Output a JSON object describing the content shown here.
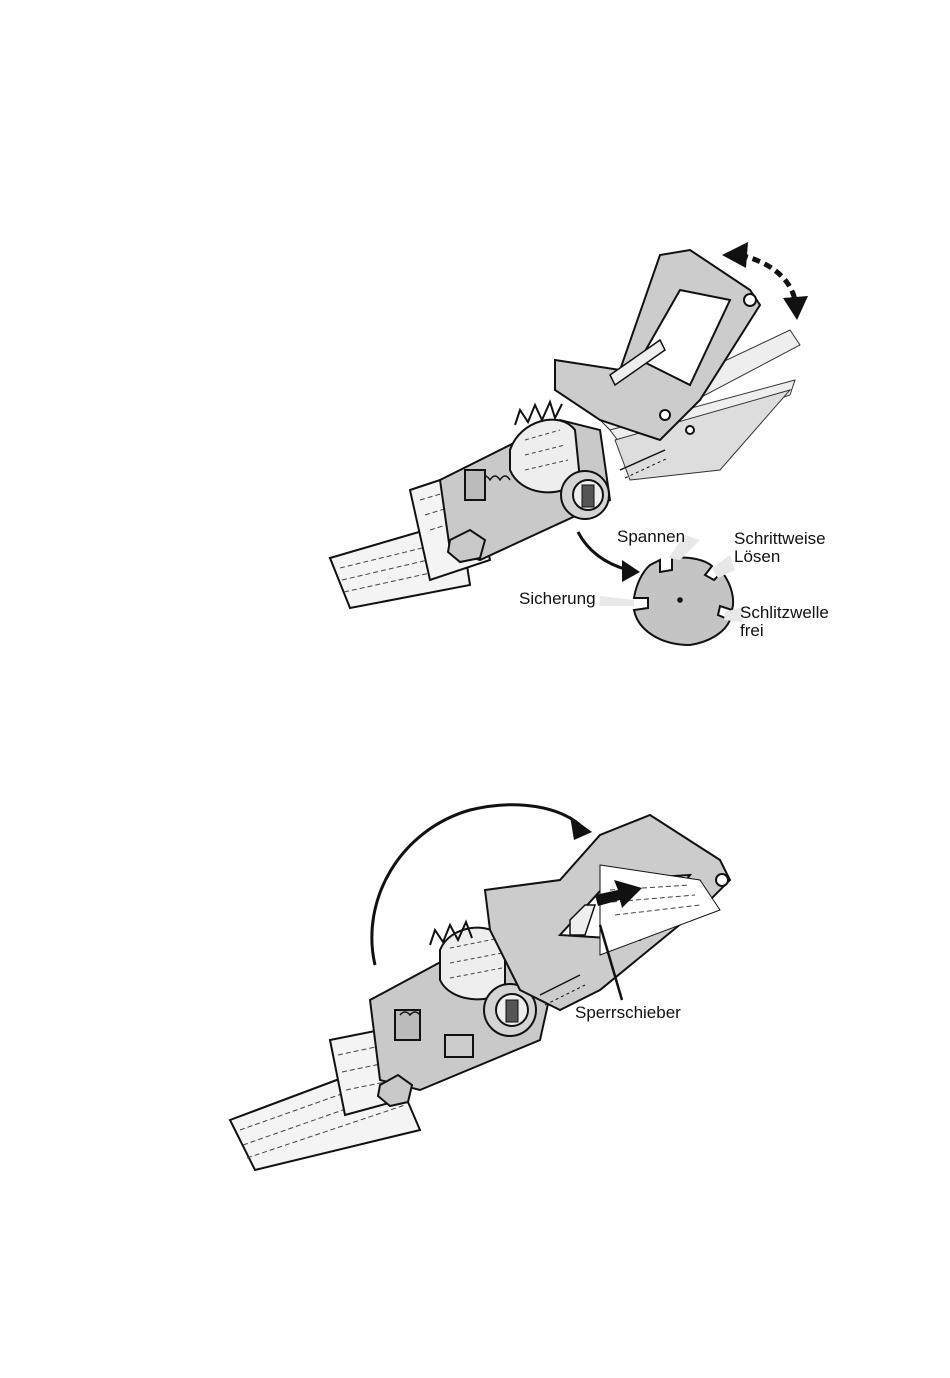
{
  "figure_top": {
    "labels": {
      "spannen": "Spannen",
      "schrittweise_1": "Schrittweise",
      "schrittweise_2": "Lösen",
      "sicherung": "Sicherung",
      "schlitzwelle_1": "Schlitzwelle",
      "schlitzwelle_2": "frei"
    }
  },
  "figure_bottom": {
    "labels": {
      "sperrschieber": "Sperrschieber"
    }
  },
  "colors": {
    "ink": "#111111",
    "metal": "#c9c9c9",
    "metal_dark": "#9a9a9a",
    "strap": "#f2f2f2",
    "ghost": "#e6e6e6"
  }
}
